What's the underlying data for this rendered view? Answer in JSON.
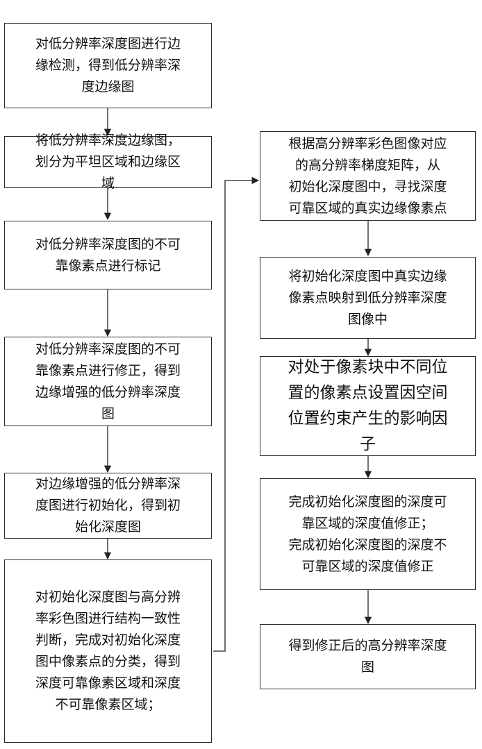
{
  "steps": {
    "s1": "对低分辨率深度图进行边\n缘检测，得到低分辨率深\n度边缘图",
    "s2": "将低分辨率深度边缘图，\n划分为平坦区域和边缘区\n域",
    "s3": "对低分辨率深度图的不可\n靠像素点进行标记",
    "s4": "对低分辨率深度图的不可\n靠像素点进行修正，得到\n边缘增强的低分辨率深度\n图",
    "s5": "对边缘增强的低分辨率深\n度图进行初始化，得到初\n始化深度图",
    "s6": "对初始化深度图与高分辨\n率彩色图进行结构一致性\n判断，完成对初始化深度\n图中像素点的分类，得到\n深度可靠像素区域和深度\n不可靠像素区域；",
    "s7": "根据高分辨率彩色图像对应\n的高分辨率梯度矩阵，从\n初始化深度图中，寻找深度\n可靠区域的真实边缘像素点",
    "s8": "将初始化深度图中真实边缘\n像素点映射到低分辨率深度\n图像中",
    "s9": "对处于像素块中不同位\n置的像素点设置因空间\n位置约束产生的影响因\n子",
    "s10": "完成初始化深度图的深度可\n靠区域的深度值修正；\n完成初始化深度图的深度不\n可靠区域的深度值修正",
    "s11": "得到修正后的高分辨率深度\n图"
  }
}
